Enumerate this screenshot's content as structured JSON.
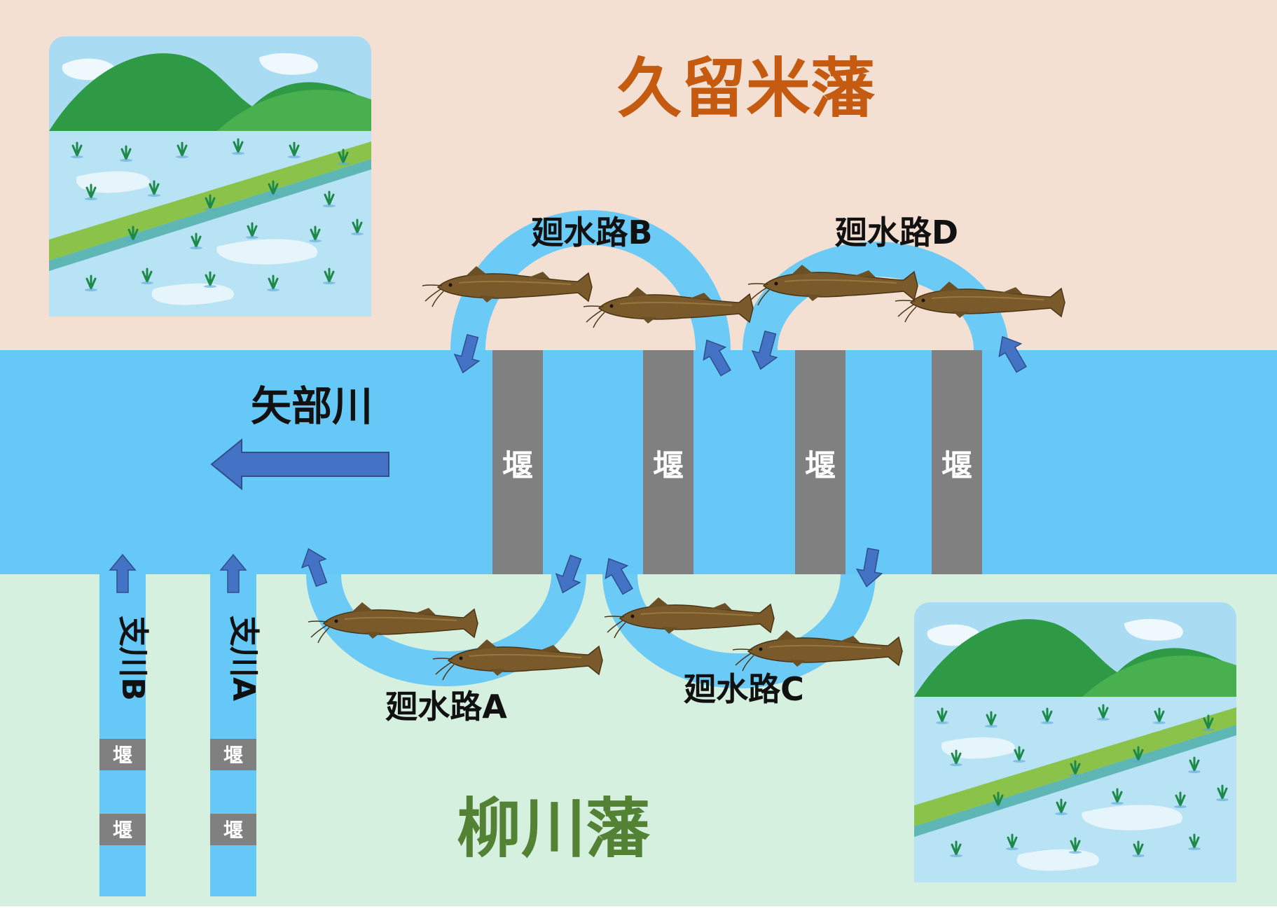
{
  "regions": {
    "north_domain": "久留米藩",
    "south_domain": "柳川藩",
    "main_river": "矢部川"
  },
  "weir_label": "堰",
  "bypasses": {
    "a": "廻水路A",
    "b": "廻水路B",
    "c": "廻水路C",
    "d": "廻水路D"
  },
  "tributaries": {
    "a": "支川A",
    "b": "支川B"
  },
  "colors": {
    "north_bg": "#f4e0d2",
    "south_bg": "#d6f0df",
    "river": "#66c8f7",
    "bypass": "#6ccbf6",
    "weir": "#808080",
    "flow_arrow": "#4472c4",
    "north_title": "#c55a11",
    "south_title": "#548235"
  },
  "icons": {
    "fish": "catfish-icon",
    "landscape": "rice-paddy-landscape"
  }
}
